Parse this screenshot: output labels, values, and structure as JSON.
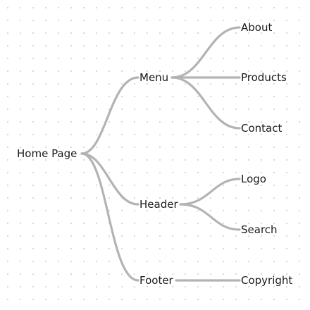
{
  "diagram": {
    "edge_color": "#b3b3b3",
    "nodes": {
      "root": "Home Page",
      "menu": "Menu",
      "header": "Header",
      "footer": "Footer",
      "about": "About",
      "products": "Products",
      "contact": "Contact",
      "logo": "Logo",
      "search": "Search",
      "copyright": "Copyright"
    },
    "edges": [
      [
        "root",
        "menu"
      ],
      [
        "root",
        "header"
      ],
      [
        "root",
        "footer"
      ],
      [
        "menu",
        "about"
      ],
      [
        "menu",
        "products"
      ],
      [
        "menu",
        "contact"
      ],
      [
        "header",
        "logo"
      ],
      [
        "header",
        "search"
      ],
      [
        "footer",
        "copyright"
      ]
    ]
  }
}
